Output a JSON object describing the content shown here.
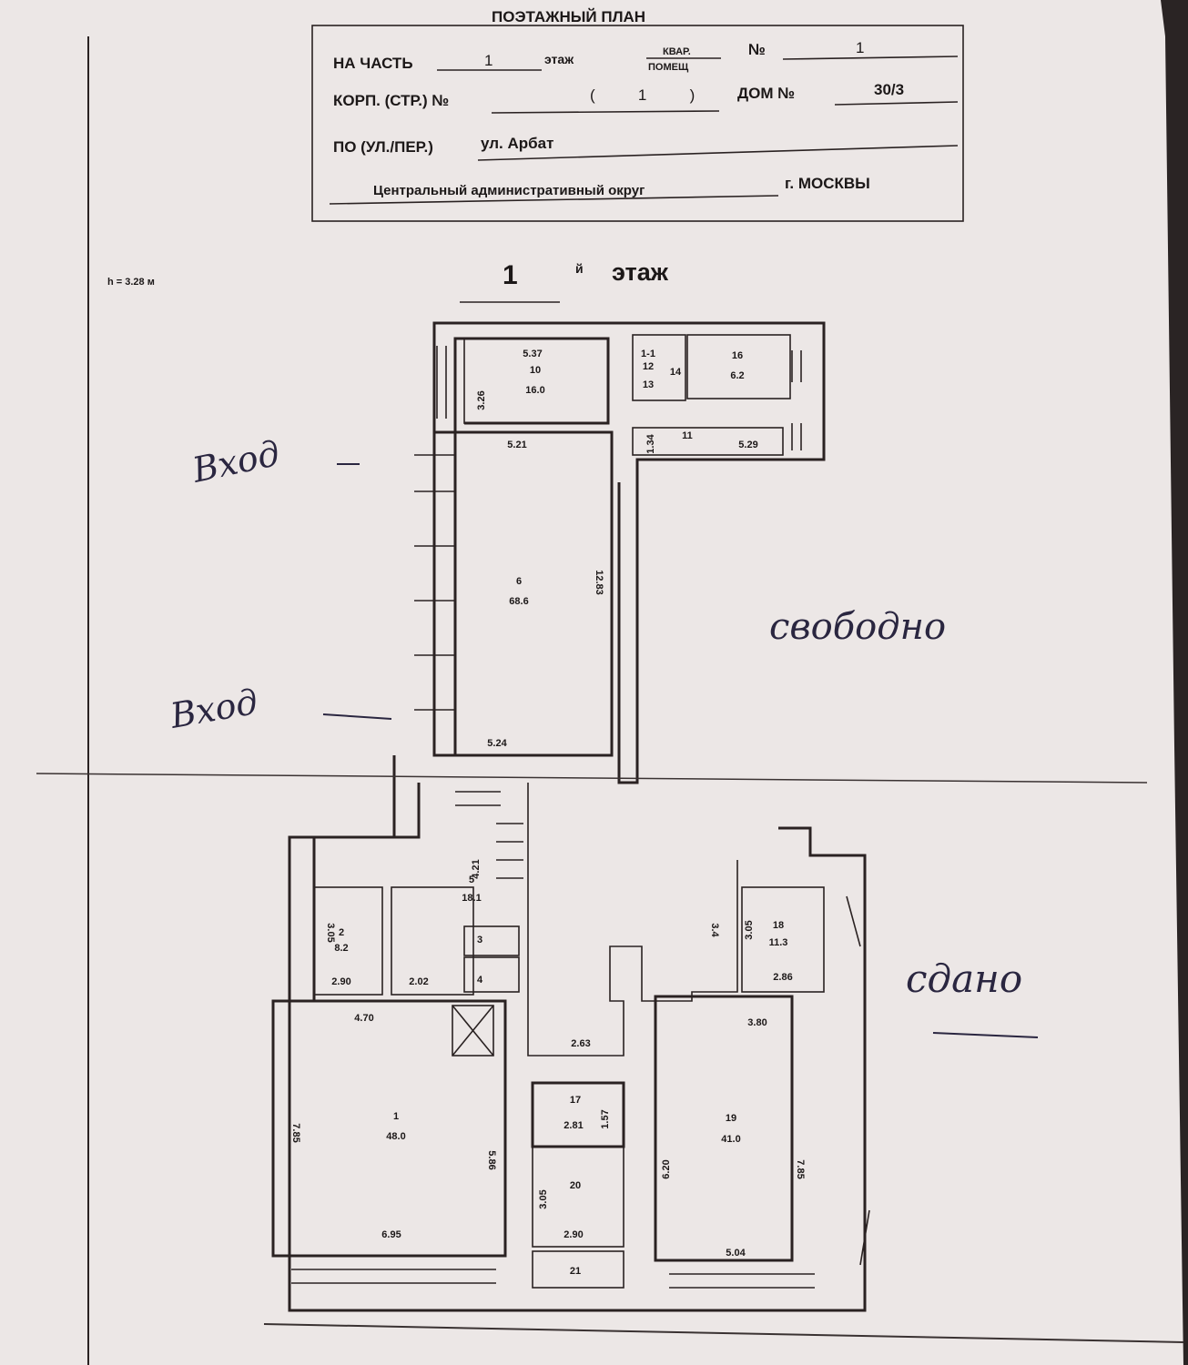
{
  "header": {
    "title_partial": "ПОЭТАЖНЫЙ ПЛАН",
    "na_chast_label": "НА ЧАСТЬ",
    "floor_value": "1",
    "floor_label": "этаж",
    "kvar_label": "КВАР.",
    "pomeshch_label": "ПОМЕЩ",
    "number_label": "№",
    "number_value": "1",
    "korp_label": "КОРП. (СТР.) №",
    "korp_value": "(          1          )",
    "dom_label": "ДОМ №",
    "dom_value": "30/3",
    "street_label": "ПО (УЛ./ПЕР.)",
    "street_value": "ул. Арбат",
    "district_value": "Центральный административный округ",
    "city_label": "г. МОСКВЫ"
  },
  "plan": {
    "height_note": "h = 3.28 м",
    "floor_number": "1",
    "floor_suffix": "й",
    "floor_word": "этаж",
    "rooms": [
      {
        "id": "10",
        "area": "16.0"
      },
      {
        "id": "16",
        "area": "6.2"
      },
      {
        "id": "6",
        "area": "68.6"
      },
      {
        "id": "5",
        "area": "18.1"
      },
      {
        "id": "2",
        "area": "8.2"
      },
      {
        "id": "18",
        "area": "11.3"
      },
      {
        "id": "1",
        "area": "48.0"
      },
      {
        "id": "19",
        "area": "41.0"
      }
    ],
    "room_labels": [
      "11",
      "12",
      "13",
      "14",
      "1-1",
      "3",
      "4",
      "17",
      "20",
      "21"
    ],
    "dimensions": [
      "5.37",
      "3.26",
      "5.21",
      "1.34",
      "5.29",
      "12.83",
      "5.24",
      "4.21",
      "3.05",
      "2.90",
      "2.02",
      "4.70",
      "2.63",
      "3.4",
      "3.05",
      "2.86",
      "3.80",
      "7.85",
      "5.86",
      "6.95",
      "2.81",
      "1.57",
      "3.05",
      "2.90",
      "6.20",
      "7.85",
      "5.04"
    ]
  },
  "handwritten": {
    "entrance_1": "Вход",
    "entrance_2": "Вход",
    "free": "свободно",
    "rented": "сдано"
  }
}
